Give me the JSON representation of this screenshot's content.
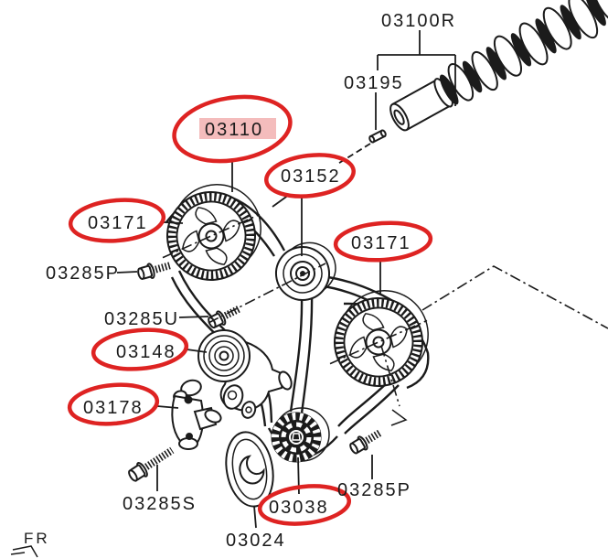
{
  "parts": [
    {
      "id": "camshaft",
      "label": "03100R",
      "circled": false,
      "highlighted": false
    },
    {
      "id": "dowel-pin",
      "label": "03195",
      "circled": false,
      "highlighted": false
    },
    {
      "id": "timing-belt",
      "label": "03110",
      "circled": true,
      "highlighted": true
    },
    {
      "id": "idler-pulley",
      "label": "03152",
      "circled": true,
      "highlighted": false
    },
    {
      "id": "cam-sprocket-left",
      "label": "03171",
      "circled": true,
      "highlighted": false
    },
    {
      "id": "bolt-cam-left",
      "label": "03285P",
      "circled": false,
      "highlighted": false
    },
    {
      "id": "bolt-idler",
      "label": "03285U",
      "circled": false,
      "highlighted": false
    },
    {
      "id": "tensioner-pulley",
      "label": "03148",
      "circled": true,
      "highlighted": false
    },
    {
      "id": "auto-tensioner",
      "label": "03178",
      "circled": true,
      "highlighted": false
    },
    {
      "id": "bolt-tensioner",
      "label": "03285S",
      "circled": false,
      "highlighted": false
    },
    {
      "id": "plate",
      "label": "03024",
      "circled": false,
      "highlighted": false
    },
    {
      "id": "crank-sprocket",
      "label": "03038",
      "circled": true,
      "highlighted": false
    },
    {
      "id": "bolt-cam-right",
      "label": "03285P",
      "circled": false,
      "highlighted": false
    },
    {
      "id": "cam-sprocket-right",
      "label": "03171",
      "circled": true,
      "highlighted": false
    }
  ],
  "front_marker": "FR",
  "colors": {
    "circle_red": "#de2322",
    "highlight_pink": "#f4bcbc",
    "line": "#1b1b1b",
    "background": "#ffffff"
  }
}
